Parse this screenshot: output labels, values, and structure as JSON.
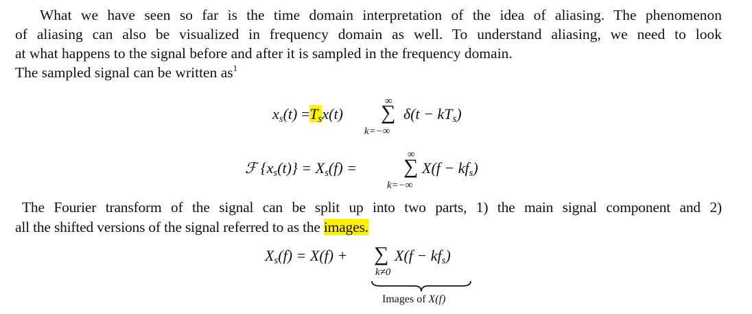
{
  "paragraph1": {
    "lines": [
      "What we have seen so far is the time domain interpretation of the idea of aliasing. The phenomenon",
      "of aliasing can also be visualized in frequency domain as well. To understand aliasing, we need to look",
      "at what happens to the signal before and after it is sampled in the frequency domain."
    ],
    "line4": "The sampled signal can be written as",
    "footnote_mark": "1"
  },
  "equation1": {
    "lhs": "x",
    "lhs_sub": "s",
    "lhs_arg": "(t)",
    "equals": "=",
    "highlighted_term": "T",
    "highlighted_sub": "s",
    "term": "x(t)",
    "sum_symbol": "∑",
    "sum_upper": "∞",
    "sum_lower": "k=−∞",
    "summand": "δ(t − kT",
    "summand_sub": "s",
    "summand_close": ")"
  },
  "equation2": {
    "operator": "ℱ",
    "lhs": "{x",
    "lhs_sub": "s",
    "lhs_close": "(t)} = X",
    "mid_sub": "s",
    "mid_close": "(f) =",
    "sum_symbol": "∑",
    "sum_upper": "∞",
    "sum_lower": "k=−∞",
    "summand": "X(f − kf",
    "summand_sub": "s",
    "summand_close": ")"
  },
  "paragraph2": {
    "line1": "The Fourier transform of the signal can be split up into two parts, 1) the main signal component and 2)",
    "line2_prefix": "all the shifted versions of the signal referred to as the ",
    "highlighted_word": "images.",
    "highlight_color": "#fff200"
  },
  "equation3": {
    "lhs": "X",
    "lhs_sub": "s",
    "lhs_close": "(f) = X(f) +",
    "sum_symbol": "∑",
    "sum_lower": "k≠0",
    "summand": "X(f − kf",
    "summand_sub": "s",
    "summand_close": ")",
    "brace_label_prefix": "Images of ",
    "brace_label_math": "X(f)"
  }
}
